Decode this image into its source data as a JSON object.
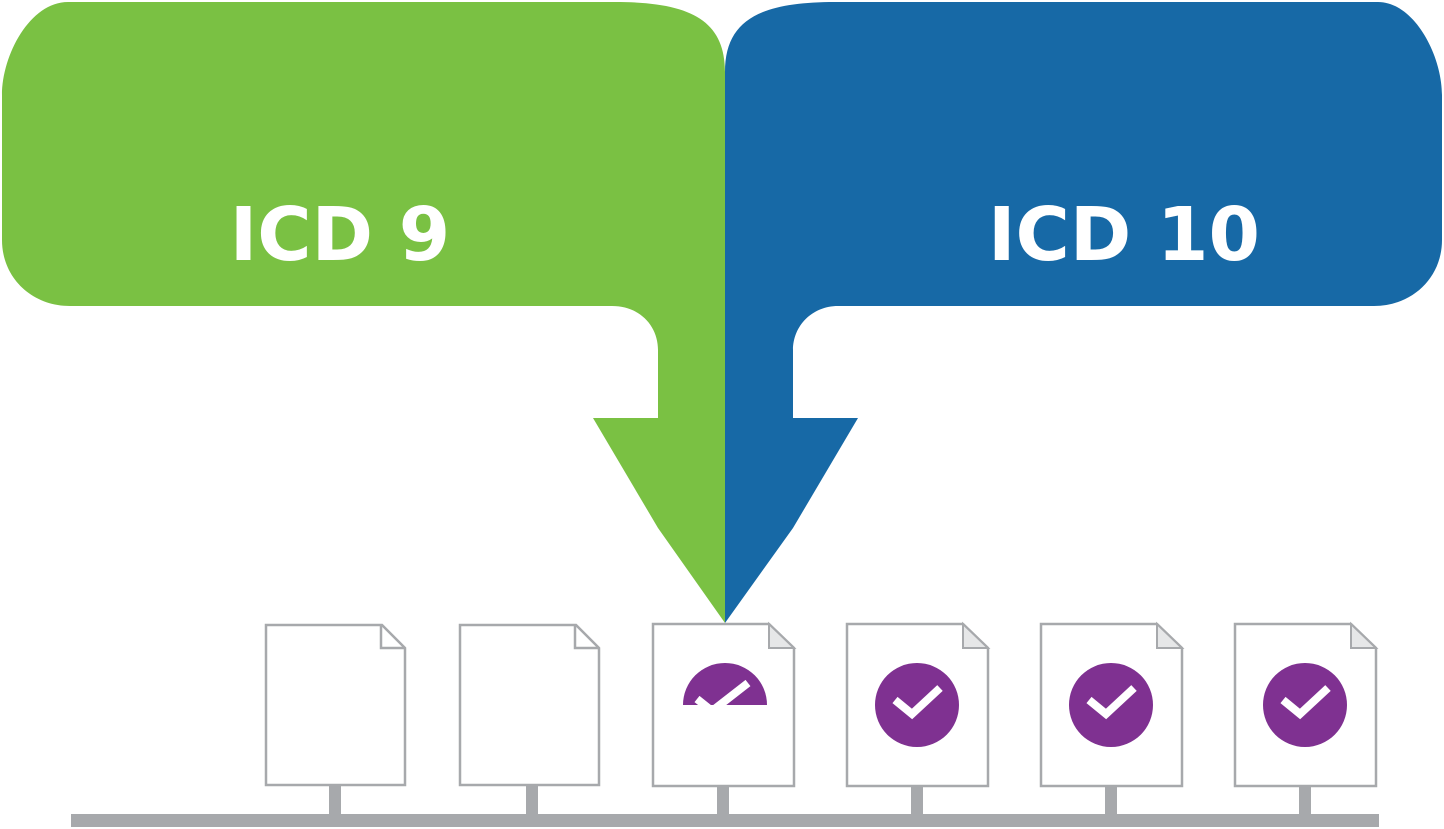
{
  "left_bubble": {
    "label": "ICD 9",
    "color": "#7AC143"
  },
  "right_bubble": {
    "label": "ICD 10",
    "color": "#1769A6"
  },
  "timeline": {
    "rail_color": "#A7A9AC",
    "document_border_color": "#A7A9AC",
    "check_color": "#7F3191",
    "documents": [
      {
        "state": "blank"
      },
      {
        "state": "blank"
      },
      {
        "state": "partial-check"
      },
      {
        "state": "check"
      },
      {
        "state": "check"
      },
      {
        "state": "check"
      }
    ]
  }
}
